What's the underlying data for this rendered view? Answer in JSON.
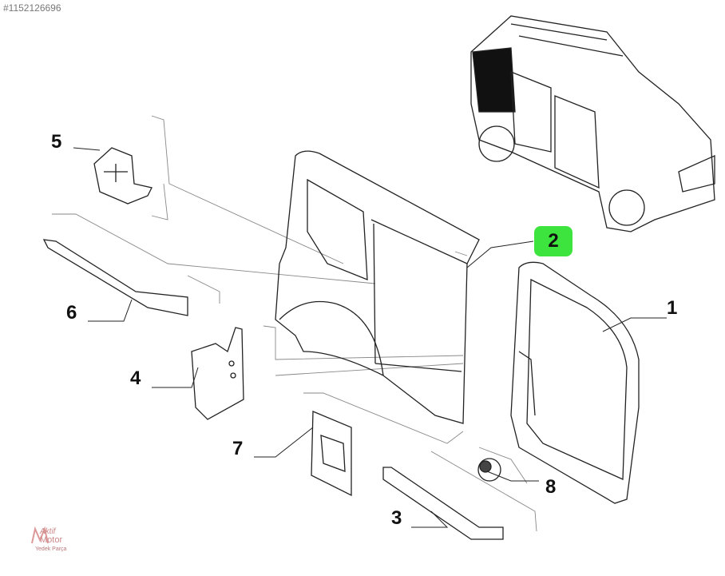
{
  "reference": "#1152126696",
  "callouts": [
    "1",
    "2",
    "3",
    "4",
    "5",
    "6",
    "7",
    "8"
  ],
  "highlighted_callout": "2",
  "highlight_color": "#3ee43e",
  "logo": {
    "line1": "Aktif",
    "line2": "Motor",
    "tagline": "Yedek Parça"
  }
}
